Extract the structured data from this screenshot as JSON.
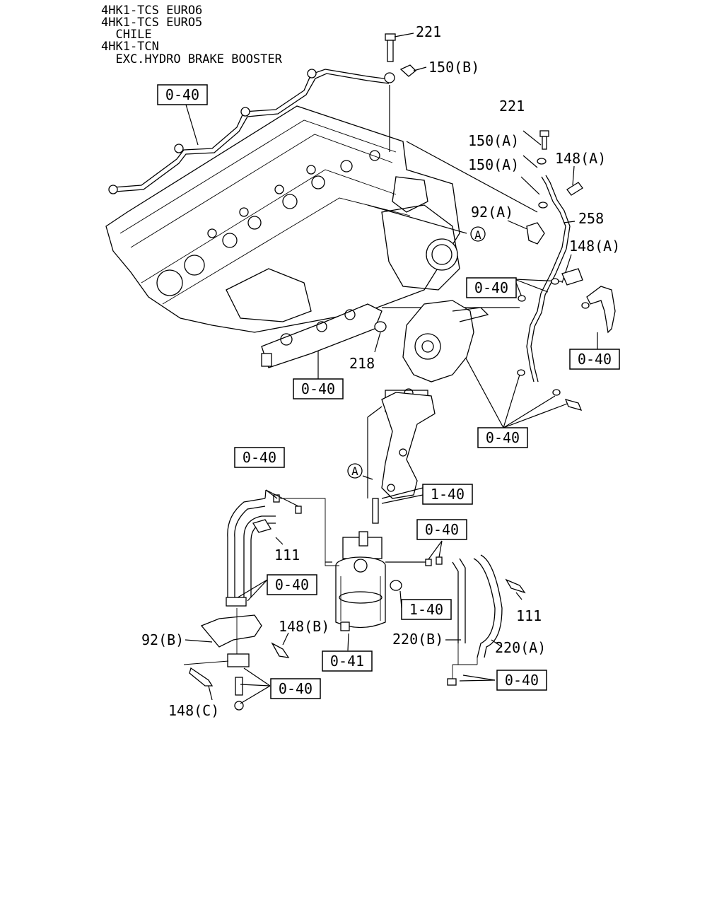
{
  "header": {
    "lines": [
      "4HK1-TCS EURO6",
      "4HK1-TCS EURO5",
      "  CHILE",
      "4HK1-TCN",
      "  EXC.HYDRO BRAKE BOOSTER"
    ]
  },
  "ref_box_labels": {
    "r1": "0-40",
    "r2": "0-40",
    "r3": "0-40",
    "r4": "0-40",
    "r5": "0-40",
    "r6": "0-40",
    "r7": "1-40",
    "r8": "0-40",
    "r9": "0-40",
    "r10": "1-40",
    "r11": "0-41",
    "r12": "0-40",
    "r13": "0-40"
  },
  "callouts": {
    "c221a": "221",
    "c150b": "150(B)",
    "c221b": "221",
    "c150a1": "150(A)",
    "c148a1": "148(A)",
    "c150a2": "150(A)",
    "c92a": "92(A)",
    "c258": "258",
    "c148a2": "148(A)",
    "c218": "218",
    "c111a": "111",
    "c111b": "111",
    "c148b": "148(B)",
    "c92b": "92(B)",
    "c148c": "148(C)",
    "c220b": "220(B)",
    "c220a": "220(A)"
  },
  "markers": {
    "m1": "A",
    "m2": "A"
  },
  "icons": [
    "cylinder-head-drawing",
    "injection-pump-drawing",
    "fuel-filter-drawing",
    "bracket-drawing",
    "hose-drawing",
    "bolt-icon",
    "clip-icon"
  ]
}
